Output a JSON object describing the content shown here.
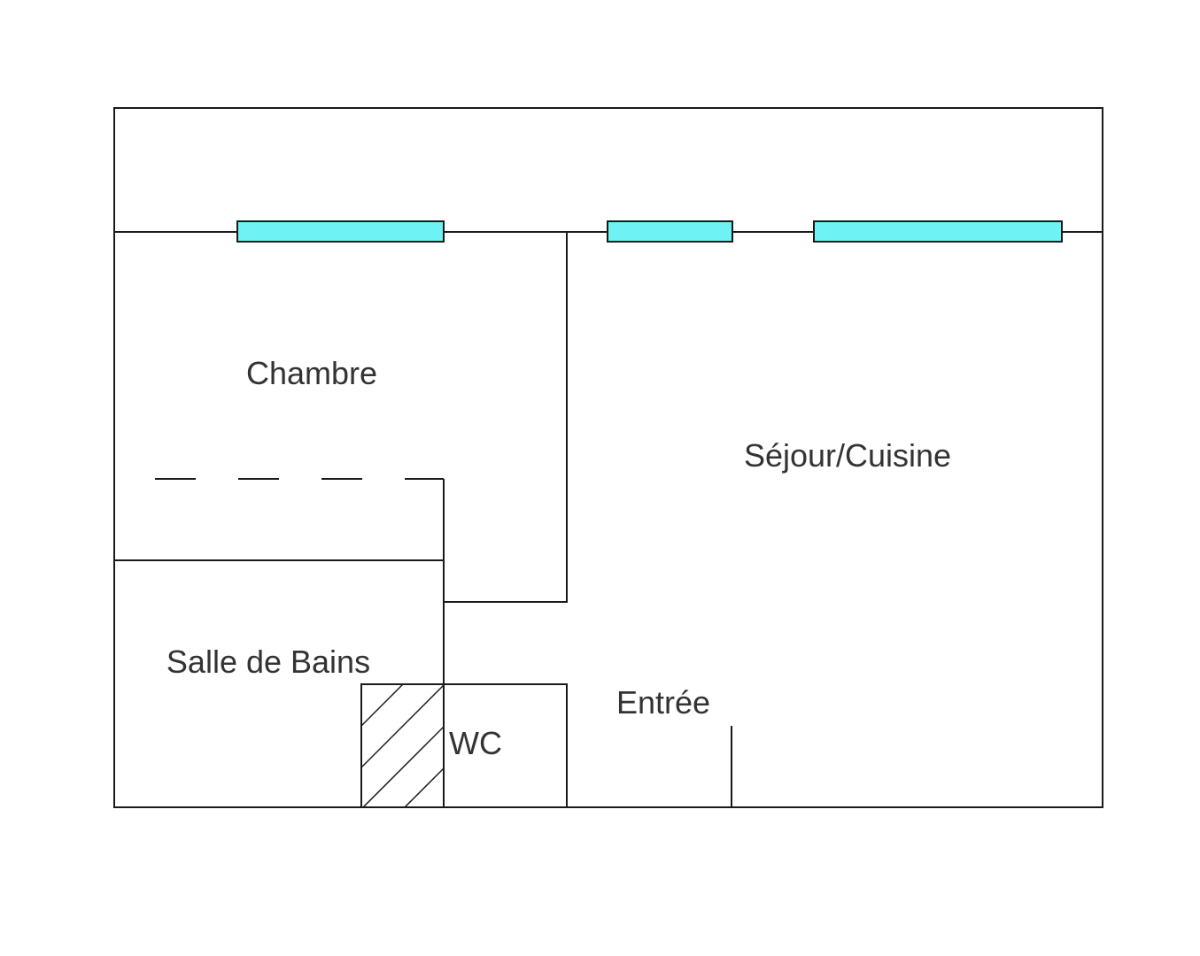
{
  "rooms": {
    "chambre": "Chambre",
    "sejour_cuisine": "Séjour/Cuisine",
    "salle_de_bains": "Salle de Bains",
    "wc": "WC",
    "entree": "Entrée"
  },
  "colors": {
    "window": "#6ef2f4",
    "wall": "#1a1a1a",
    "label": "#333333",
    "background": "#ffffff"
  }
}
